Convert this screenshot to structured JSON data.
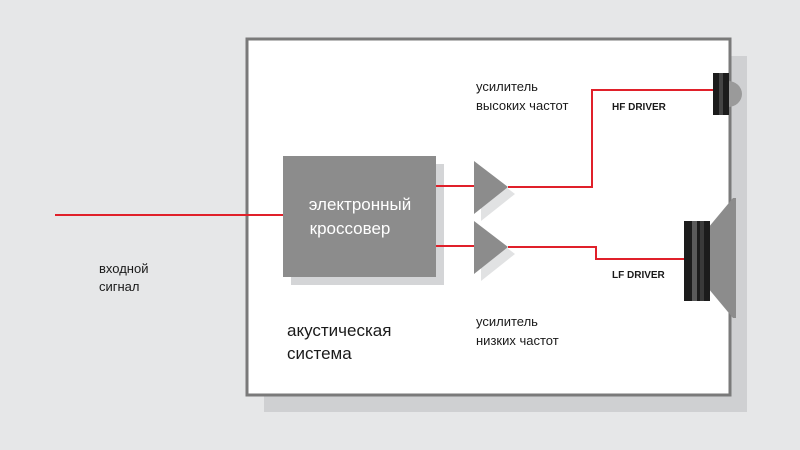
{
  "input_label": [
    "входной",
    "сигнал"
  ],
  "crossover_label": [
    "электронный",
    "кроссовер"
  ],
  "system_label": [
    "акустическая",
    "система"
  ],
  "hf_amp_label": [
    "усилитель",
    "высоких частот"
  ],
  "lf_amp_label": [
    "усилитель",
    "низких частот"
  ],
  "hf_driver_label": "HF DRIVER",
  "lf_driver_label": "LF DRIVER",
  "colors": {
    "background": "#e6e7e8",
    "enclosure_fill": "#ffffff",
    "enclosure_border": "#7a7a7a",
    "shadow": "#cfd0d2",
    "crossover_fill": "#8c8c8c",
    "amplifier_fill": "#8c8c8c",
    "signal_line": "#e0202a"
  }
}
